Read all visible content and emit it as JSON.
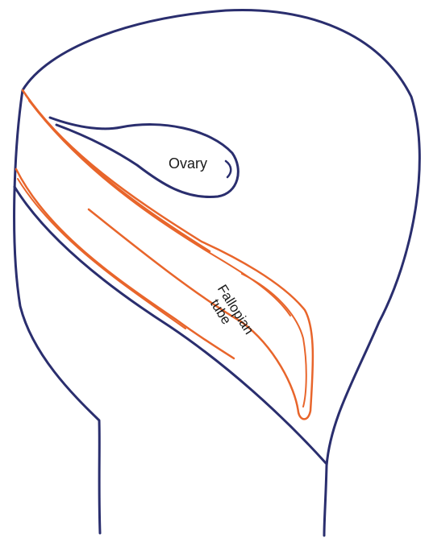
{
  "labels": {
    "ovary": "Ovary",
    "tube_line1": "Fallopian",
    "tube_line2": "tube"
  },
  "colors": {
    "outline": "#2a2e6e",
    "tube": "#e8652b",
    "background": "#ffffff"
  }
}
